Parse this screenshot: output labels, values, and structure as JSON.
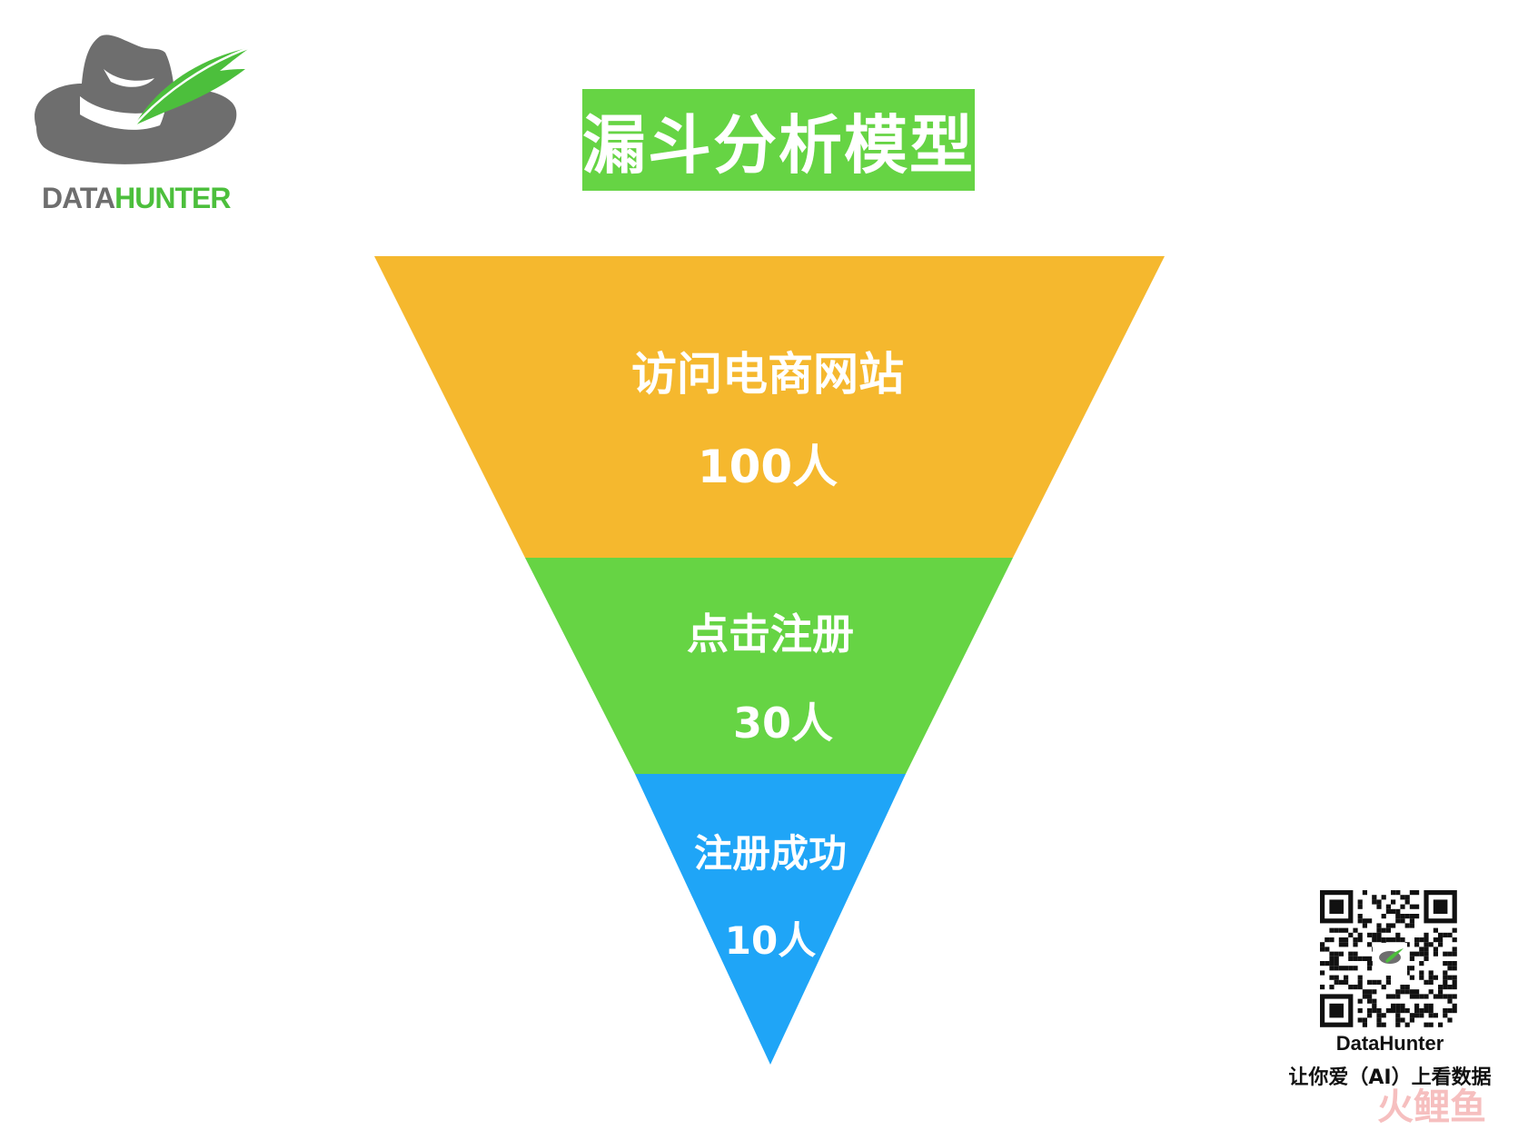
{
  "logo": {
    "text_part1": "DATA",
    "text_part2": "HUNTER",
    "icon": "hat-with-feather-icon"
  },
  "title": "漏斗分析模型",
  "colors": {
    "title_bg": "#66d444",
    "stage_1": "#f5b82e",
    "stage_2": "#66d444",
    "stage_3": "#1fa5f7",
    "logo_gray": "#6e6e6e",
    "logo_green": "#4cbf3c"
  },
  "funnel": {
    "stages": [
      {
        "label": "访问电商网站",
        "count": "100人",
        "value": 100
      },
      {
        "label": "点击注册",
        "count": "30人",
        "value": 30
      },
      {
        "label": "注册成功",
        "count": "10人",
        "value": 10
      }
    ]
  },
  "qr": {
    "icon": "qr-code-icon",
    "brand": "DataHunter",
    "slogan": "让你爱（AI）上看数据"
  },
  "watermark": "火鲤鱼"
}
